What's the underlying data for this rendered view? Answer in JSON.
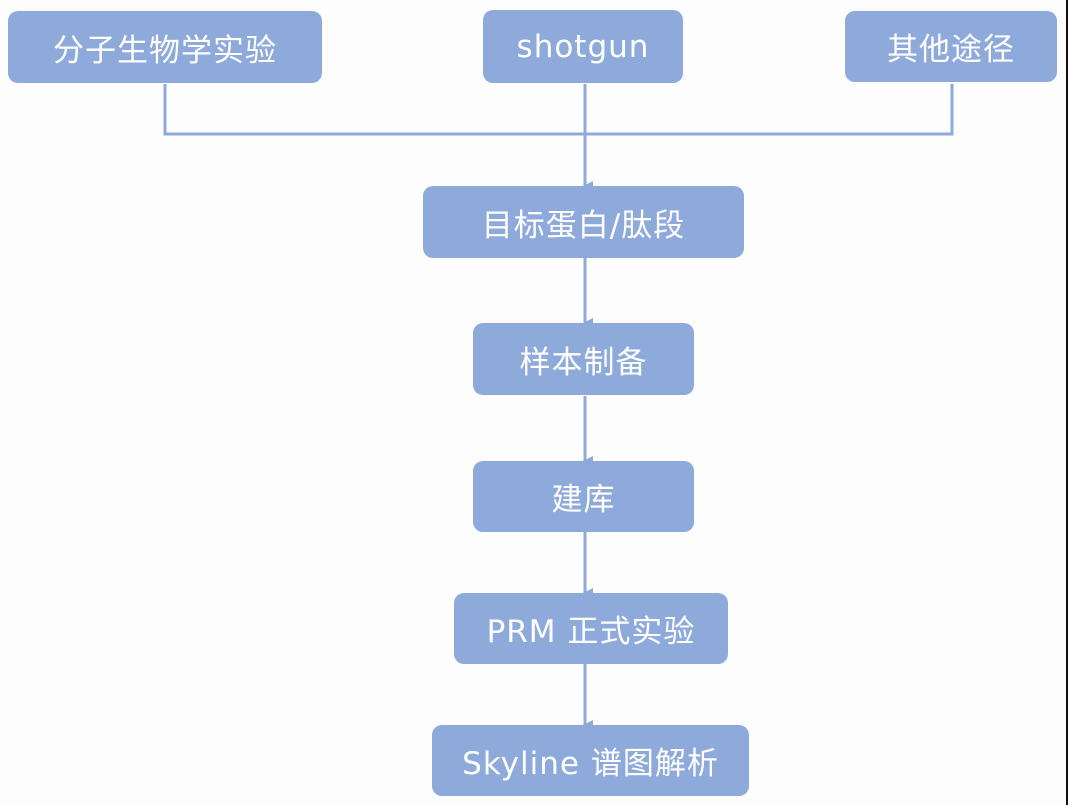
{
  "diagram": {
    "title": "",
    "colors": {
      "node_fill": "#8eaadb",
      "node_text": "#ffffff",
      "connector": "#8eaadb",
      "background": "#fdfdfd"
    },
    "sources": [
      {
        "id": "mol-bio",
        "label": "分子生物学实验"
      },
      {
        "id": "shotgun",
        "label": "shotgun"
      },
      {
        "id": "other",
        "label": "其他途径"
      }
    ],
    "steps": [
      {
        "id": "target",
        "label": "目标蛋白/肽段"
      },
      {
        "id": "sample-prep",
        "label": "样本制备"
      },
      {
        "id": "library",
        "label": "建库"
      },
      {
        "id": "prm",
        "label": "PRM 正式实验"
      },
      {
        "id": "skyline",
        "label": "Skyline 谱图解析"
      }
    ],
    "edges": [
      {
        "from": "mol-bio",
        "to": "target"
      },
      {
        "from": "shotgun",
        "to": "target"
      },
      {
        "from": "other",
        "to": "target"
      },
      {
        "from": "target",
        "to": "sample-prep"
      },
      {
        "from": "sample-prep",
        "to": "library"
      },
      {
        "from": "library",
        "to": "prm"
      },
      {
        "from": "prm",
        "to": "skyline"
      }
    ]
  }
}
